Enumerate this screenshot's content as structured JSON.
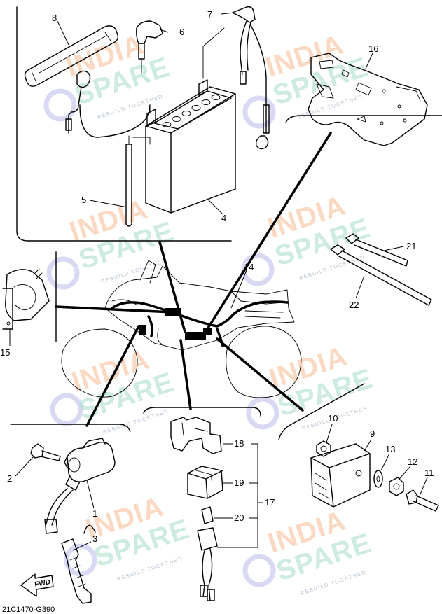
{
  "diagram": {
    "drawing_code": "21C1470-G390",
    "fwd_label": "FWD",
    "watermark": {
      "line1": "INDIA",
      "line2": "SPARE",
      "tagline": "REBUILD TOGETHER"
    },
    "callouts": {
      "p1": "1",
      "p2": "2",
      "p3": "3",
      "p4": "4",
      "p5": "5",
      "p6": "6",
      "p7": "7",
      "p8": "8",
      "p9": "9",
      "p10": "10",
      "p11": "11",
      "p12": "12",
      "p13": "13",
      "p14": "14",
      "p15": "15",
      "p16": "16",
      "p17": "17",
      "p18": "18",
      "p19": "19",
      "p20": "20",
      "p21": "21",
      "p22": "22"
    }
  }
}
